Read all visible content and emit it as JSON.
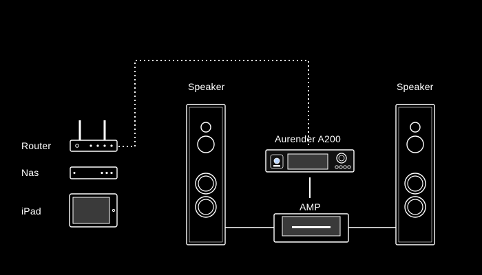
{
  "labels": {
    "speaker_left": "Speaker",
    "speaker_right": "Speaker",
    "router": "Router",
    "nas": "Nas",
    "ipad": "iPad",
    "aurender": "Aurender A200",
    "amp": "AMP"
  },
  "colors": {
    "background": "#000000",
    "line": "#ffffff",
    "screen_fill": "#3a3a3a",
    "panel_fill": "#111111",
    "power_button_glow": "#bcd6ff"
  },
  "icons": {
    "router": "router-icon",
    "nas": "nas-icon",
    "ipad": "tablet-icon",
    "speaker": "tower-speaker-icon",
    "streamer": "music-streamer-icon",
    "amp": "amplifier-icon"
  }
}
